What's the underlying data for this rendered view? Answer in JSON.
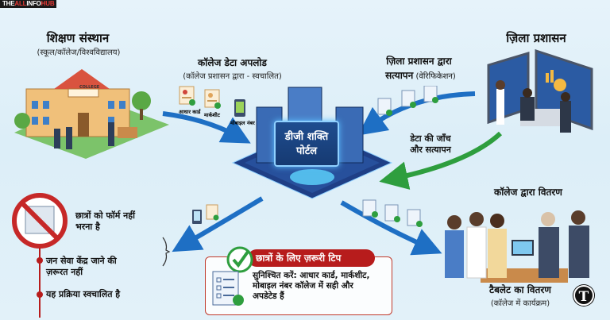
{
  "brand": {
    "prefix": "THE",
    "highlight": "ALL",
    "middle": "INFO",
    "suffix": "HUB"
  },
  "institution": {
    "title": "शिक्षण संस्थान",
    "subtitle": "(स्कूल/कॉलेज/विश्वविद्यालय)",
    "building_sign": "COLLEGE"
  },
  "upload": {
    "title": "कॉलेज डेटा अपलोड",
    "subtitle": "(कॉलेज प्रशासन द्वारा - स्वचालित)",
    "docs": [
      {
        "label": "आधार कार्ड",
        "icon": "id-document-icon"
      },
      {
        "label": "मार्कशीट",
        "icon": "marksheet-icon"
      },
      {
        "label": "मोबाइल नंबर",
        "icon": "mobile-phone-icon"
      }
    ]
  },
  "district": {
    "title": "ज़िला प्रशासन"
  },
  "verification": {
    "title_line1": "ज़िला प्रशासन द्वारा",
    "title_line2_bold": "सत्यापन",
    "title_line2_rest": " (वेरिफिकेशन)"
  },
  "data_check": {
    "line1": "डेटा की जाँच",
    "line2": "और सत्यापन"
  },
  "portal": {
    "line1": "डीजी शक्ति",
    "line2": "पोर्टल"
  },
  "student_points": {
    "no_form": [
      "छात्रों को फॉर्म नहीं",
      "भरना है"
    ],
    "items": [
      [
        "जन सेवा केंद्र जाने की",
        "ज़रूरत नहीं"
      ],
      [
        "यह प्रक्रिया स्वचालित है"
      ]
    ]
  },
  "tip": {
    "heading": "छात्रों के लिए ज़रूरी टिप",
    "body": [
      "सुनिश्चित करें: आधार कार्ड, मार्कशीट,",
      "मोबाइल नंबर कॉलेज में सही और",
      "अपडेटेड हैं"
    ]
  },
  "distribution": {
    "title": "कॉलेज द्वारा वितरण",
    "caption": "टैबलेट का वितरण",
    "caption_sub": "(कॉलेज में कार्यक्रम)",
    "logo_letter": "T"
  },
  "colors": {
    "arrow_blue": "#1e6fc4",
    "arrow_green": "#2e9e3e",
    "tip_red": "#b71c1c",
    "background": "#e2f1f9"
  }
}
